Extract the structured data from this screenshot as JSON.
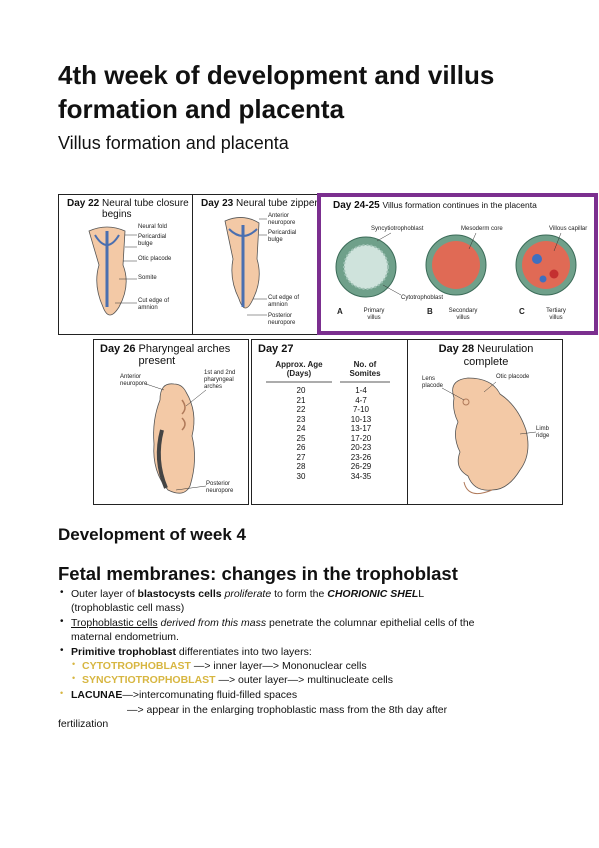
{
  "title": "4th week of development and villus formation and placenta",
  "subtitle": "Villus formation and placenta",
  "figure": {
    "day22": {
      "day": "Day 22",
      "caption": "Neural tube closure begins",
      "labels": [
        "Neural fold",
        "Pericardial bulge",
        "Otic placode",
        "Somite",
        "Cut edge of amnion"
      ]
    },
    "day23": {
      "day": "Day 23",
      "caption": "Neural tube zipper",
      "labels": [
        "Anterior neuropore",
        "Pericardial bulge",
        "Cut edge of amnion",
        "Posterior neuropore"
      ]
    },
    "day2425": {
      "day": "Day 24-25",
      "caption": "Villus formation continues in the placenta",
      "labels": [
        "Syncytiotrophoblast",
        "Mesoderm core",
        "Villous capillar",
        "Cytotrophoblast"
      ],
      "letters": [
        "A",
        "B",
        "C"
      ],
      "villi": [
        "Primary villus",
        "Secondary villus",
        "Tertiary villus"
      ]
    },
    "day26": {
      "day": "Day 26",
      "caption": "Pharyngeal arches present",
      "labels": [
        "Anterior neuropore",
        "1st and 2nd pharyngeal arches",
        "Posterior neuropore"
      ]
    },
    "day27": {
      "day": "Day 27",
      "col1": "Approx. Age (Days)",
      "col2": "No. of Somites",
      "rows": [
        [
          "20",
          "1-4"
        ],
        [
          "21",
          "4-7"
        ],
        [
          "22",
          "7-10"
        ],
        [
          "23",
          "10-13"
        ],
        [
          "24",
          "13-17"
        ],
        [
          "25",
          "17-20"
        ],
        [
          "26",
          "20-23"
        ],
        [
          "27",
          "23-26"
        ],
        [
          "28",
          "26-29"
        ],
        [
          "30",
          "34-35"
        ]
      ]
    },
    "day28": {
      "day": "Day 28",
      "caption": "Neurulation complete",
      "labels": [
        "Lens placode",
        "Otic placode",
        "Limb ridge"
      ]
    }
  },
  "section1": "Development of week 4",
  "section2": "Fetal membranes: changes in the trophoblast",
  "bullets": {
    "b1": {
      "t1": "Outer layer of ",
      "t2": "blastocysts cells",
      "t3": "proliferate",
      "t4": " to form the ",
      "t5": "CHORIONIC SHEL",
      "t6": "L",
      "t7": "(trophoblastic cell mass)"
    },
    "b2": {
      "t1": "Trophoblastic cells",
      "t2": "derived from this mass",
      "t3": " penetrate the columnar epithelial cells of the",
      "t4": "maternal endometrium."
    },
    "b3": {
      "t1": "Primitive trophoblast",
      "t2": " differentiates into two layers:"
    },
    "sub1": {
      "t1": "CYTOTROPHOBLAST",
      "t2": " —> inner layer—> Mononuclear cells"
    },
    "sub2": {
      "t1": "SYNCYTIOTROPHOBLAST",
      "t2": " —> outer layer—> multinucleate cells"
    },
    "b4": {
      "t1": "LACUNAE",
      "t2": "—>intercomunating fluid-filled spaces"
    },
    "cont1": "—> appear in the enlarging trophoblastic mass from the 8th day after",
    "cont2": "fertilization"
  },
  "colors": {
    "accent_gold": "#d7b641",
    "frame_purple": "#7b2f8f",
    "embryo_skin": "#f3c9a6",
    "villus_red": "#e06a55"
  }
}
